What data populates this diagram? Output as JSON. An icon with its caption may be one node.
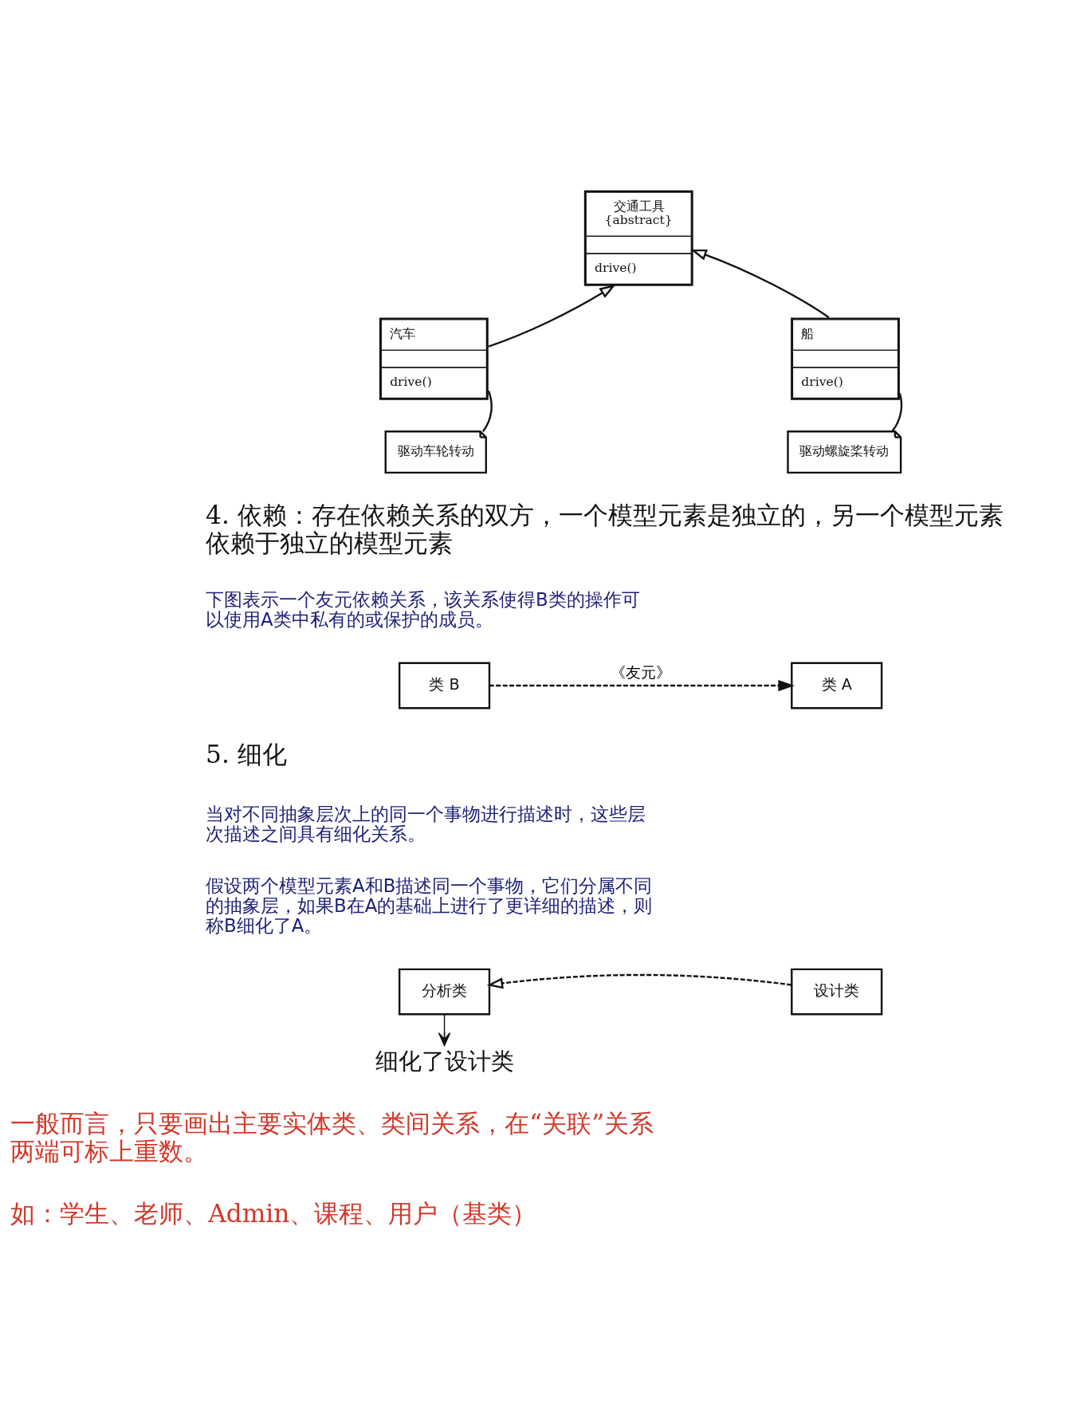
{
  "diagram": {
    "nodes": [
      {
        "text": [
          "交通工具",
          "{abstract}",
          "drive()"
        ]
      },
      {
        "text": [
          "汽车",
          "drive()"
        ]
      },
      {
        "text": [
          "船",
          "drive()"
        ]
      },
      {
        "text": [
          "驱动车轮转动"
        ]
      },
      {
        "text": [
          "驱动螺旋桨转动"
        ]
      },
      {
        "text": [
          "类 B"
        ]
      },
      {
        "text": [
          "类 A"
        ]
      },
      {
        "text": [
          "分析类"
        ]
      },
      {
        "text": [
          "设计类"
        ]
      },
      {
        "text": [
          "细化了设计类"
        ]
      }
    ],
    "edges": [
      {
        "from": 1,
        "to": 0,
        "arrow": "to"
      },
      {
        "from": 2,
        "to": 0,
        "arrow": "to"
      },
      {
        "from": 3,
        "to": 1,
        "arrow": "none"
      },
      {
        "from": 4,
        "to": 2,
        "arrow": "none"
      },
      {
        "from": 5,
        "to": 6,
        "arrow": "to",
        "label": "《友元》",
        "style": "dashed"
      },
      {
        "from": 8,
        "to": 7,
        "arrow": "to",
        "style": "dashed"
      },
      {
        "from": 7,
        "to": 9,
        "arrow": "to"
      }
    ],
    "labels": [
      "4. 依赖：存在依赖关系的双方，一个模型元素是独立的，另一个模型元素依赖于独立的模型元素",
      "下图表示一个友元依赖关系，该关系使得B类的操作可以使用A类中私有的或保护的成员。",
      "5. 细化",
      "当对不同抽象层次上的同一个事物进行描述时，这些层次描述之间具有细化关系。",
      "假设两个模型元素A和B描述同一个事物，它们分属不同的抽象层，如果B在A的基础上进行了更详细的描述，则称B细化了A。",
      "一般而言，只要画出主要实体类、类间关系，在“关联”关系两端可标上重数。",
      "如：学生、老师、Admin、课程、用户（基类）"
    ]
  }
}
